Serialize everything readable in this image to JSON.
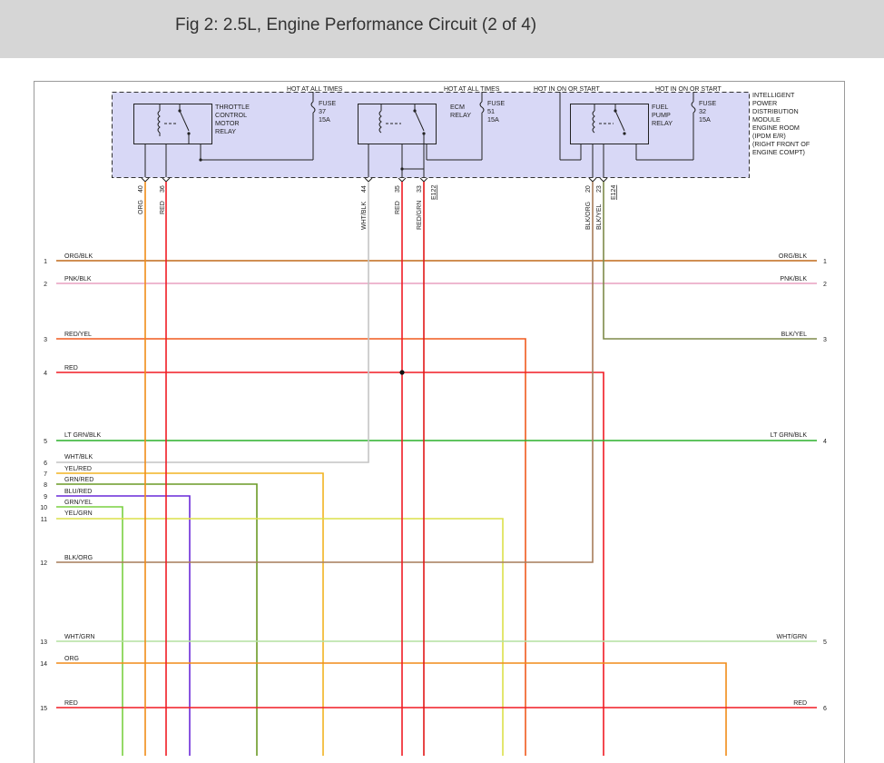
{
  "title": "Fig 2: 2.5L, Engine Performance Circuit (2 of 4)",
  "module": {
    "label_lines": [
      "INTELLIGENT",
      "POWER",
      "DISTRIBUTION",
      "MODULE",
      "ENGINE ROOM",
      "(IPDM E/R)",
      "(RIGHT FRONT OF",
      "ENGINE COMPT)"
    ],
    "color": "#d8d8f6"
  },
  "hot_labels": [
    {
      "id": "h1",
      "text": "HOT AT ALL TIMES"
    },
    {
      "id": "h2",
      "text": "HOT AT ALL TIMES"
    },
    {
      "id": "h3",
      "text": "HOT IN ON OR START"
    },
    {
      "id": "h4",
      "text": "HOT IN ON OR START"
    }
  ],
  "relays": [
    {
      "id": "throttle",
      "lines": [
        "THROTTLE",
        "CONTROL",
        "MOTOR",
        "RELAY"
      ]
    },
    {
      "id": "ecm",
      "lines": [
        "ECM",
        "RELAY"
      ]
    },
    {
      "id": "fuel",
      "lines": [
        "FUEL",
        "PUMP",
        "RELAY"
      ]
    }
  ],
  "fuses": [
    {
      "id": "f37",
      "lines": [
        "FUSE",
        "37",
        "15A"
      ]
    },
    {
      "id": "f51",
      "lines": [
        "FUSE",
        "51",
        "15A"
      ]
    },
    {
      "id": "f32",
      "lines": [
        "FUSE",
        "32",
        "15A"
      ]
    }
  ],
  "pins": [
    {
      "id": "p40",
      "pin": "40",
      "color_label": "ORG",
      "wire": "#f08c18"
    },
    {
      "id": "p36",
      "pin": "36",
      "color_label": "RED",
      "wire": "#f01c24"
    },
    {
      "id": "p44",
      "pin": "44",
      "color_label": "WHT/BLK",
      "wire": "#c4c4c4"
    },
    {
      "id": "p35",
      "pin": "35",
      "color_label": "RED",
      "wire": "#f01c24"
    },
    {
      "id": "p33",
      "pin": "33",
      "color_label": "RED/GRN",
      "wire": "#e11818"
    },
    {
      "id": "p20",
      "pin": "20",
      "color_label": "BLK/ORG",
      "wire": "#a67c5a"
    },
    {
      "id": "p23",
      "pin": "23",
      "color_label": "BLK/YEL",
      "wire": "#7e8a4a"
    }
  ],
  "connectors": [
    {
      "id": "e122",
      "text": "E122"
    },
    {
      "id": "e124",
      "text": "E124"
    }
  ],
  "left_wires": [
    {
      "num": "1",
      "label": "ORG/BLK",
      "color": "#c06a1a"
    },
    {
      "num": "2",
      "label": "PNK/BLK",
      "color": "#e8a0c0"
    },
    {
      "num": "3",
      "label": "RED/YEL",
      "color": "#f05a1e"
    },
    {
      "num": "4",
      "label": "RED",
      "color": "#f01c24"
    },
    {
      "num": "5",
      "label": "LT GRN/BLK",
      "color": "#2ab02a"
    },
    {
      "num": "6",
      "label": "WHT/BLK",
      "color": "#c4c4c4"
    },
    {
      "num": "7",
      "label": "YEL/RED",
      "color": "#f2b422"
    },
    {
      "num": "8",
      "label": "GRN/RED",
      "color": "#6a9a26"
    },
    {
      "num": "9",
      "label": "BLU/RED",
      "color": "#6a2ad8"
    },
    {
      "num": "10",
      "label": "GRN/YEL",
      "color": "#7ad040"
    },
    {
      "num": "11",
      "label": "YEL/GRN",
      "color": "#dce04a"
    },
    {
      "num": "12",
      "label": "BLK/ORG",
      "color": "#a67c5a"
    },
    {
      "num": "13",
      "label": "WHT/GRN",
      "color": "#b4e0a0"
    },
    {
      "num": "14",
      "label": "ORG",
      "color": "#f08c18"
    },
    {
      "num": "15",
      "label": "RED",
      "color": "#f01c24"
    }
  ],
  "right_wires": [
    {
      "num": "1",
      "label": "ORG/BLK"
    },
    {
      "num": "2",
      "label": "PNK/BLK"
    },
    {
      "num": "3",
      "label": "BLK/YEL"
    },
    {
      "num": "4",
      "label": "LT GRN/BLK"
    },
    {
      "num": "5",
      "label": "WHT/GRN"
    },
    {
      "num": "6",
      "label": "RED"
    }
  ]
}
